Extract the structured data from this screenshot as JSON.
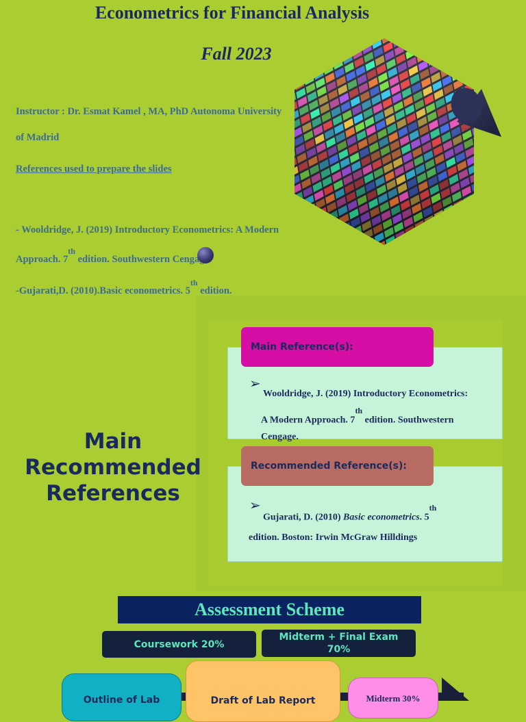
{
  "header": {
    "title": "Econometrics for Financial Analysis",
    "term": "Fall 2023"
  },
  "intro": {
    "instructor_line1": "Instructor : Dr. Esmat Kamel , MA, PhD Autonoma University",
    "instructor_line2": "of Madrid",
    "references_heading": "References used to prepare the slides",
    "ref1_line1": "- Wooldridge, J. (2019) Introductory Econometrics: A Modern",
    "ref1_line2_pre": "Approach. 7",
    "ref1_sup": "th",
    "ref1_line2_post": " edition. Southwestern Cengage.",
    "ref2_pre": "-Gujarati,D. (2010).Basic econometrics. 5",
    "ref2_sup": "th",
    "ref2_post": " edition."
  },
  "section": {
    "heading": "Main Recommended References"
  },
  "main_reference": {
    "label": "Main Reference(s):",
    "line1": "Wooldridge, J. (2019) Introductory Econometrics:",
    "line2_pre": "A Modern Approach. 7",
    "sup": "th",
    "line2_post": " edition. Southwestern",
    "line3": "Cengage."
  },
  "recommended_reference": {
    "label": "Recommended Reference(s):",
    "line1_pre": "Gujarati, D. (2010) ",
    "line1_italic": "Basic econometrics",
    "line1_post": ". 5",
    "sup": "th",
    "line2": "edition.  Boston: Irwin McGraw Hilldings"
  },
  "assessment": {
    "title": "Assessment Scheme",
    "coursework": "Coursework 20%",
    "exam": "Midterm + Final Exam 70%",
    "box1": "Outline of Lab",
    "box2": "Draft of Lab  Report",
    "box3": "Midterm 30%"
  },
  "colors": {
    "background": "#aacd31",
    "navy": "#1a2a5c",
    "magenta_tag": "#d60ea6",
    "rose_tag": "#b86b62",
    "mint_box": "#c6f4d8",
    "teal_text": "#5fe6bd"
  }
}
